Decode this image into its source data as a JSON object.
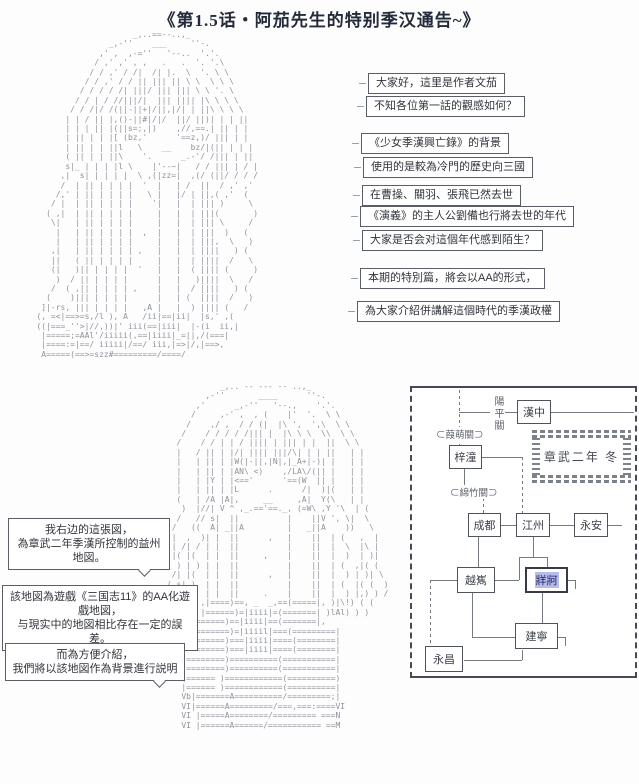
{
  "page": {
    "title": "《第1.5话・阿茄先生的特别季汉通告~》"
  },
  "colors": {
    "ink": "#232a3a",
    "aa_gray": "#8d929b",
    "highlight_bg": "#b7bde8",
    "highlight_text": "#20246e"
  },
  "right_bubbles": [
    "大家好，這里是作者文茄",
    "不知各位第一話的觀感如何？",
    "《少女季漢興亡錄》的背景",
    "使用的是較為冷門的歷史向三國",
    "在曹操、關羽、張飛已然去世",
    "《演義》的主人公劉備也行將去世的年代",
    "大家是否会对這個年代感到陌生？",
    "本期的特別篇，將会以AA的形式，",
    "為大家介紹併講解這個時代的季漢政權"
  ],
  "left_bubbles": [
    [
      "我右边的這張図，",
      "為章武二年季漢所控制的益州地図。"
    ],
    [
      "該地図為遊戲《三国志11》的AA化遊戲地図，",
      "与現实中的地図相比存在一定的誤差。"
    ],
    [
      "而為方便介紹，",
      "我們將以該地図作為背景進行説明"
    ]
  ],
  "map": {
    "era_label": "章武二年 冬",
    "passes": {
      "yangping": "陽平關",
      "jiameng": "⊂葭萌關⊃",
      "mianzhu": "⊂綿竹關⊃"
    },
    "cities": {
      "hanzhong": "漢中",
      "zitong": "梓潼",
      "chengdu": "成都",
      "jiangzhou": "江州",
      "yongan": "永安",
      "yuexi": "越嶲",
      "zangke": "牂牁",
      "jianning": "建寧",
      "yongchang": "永昌"
    }
  },
  "ascii_art": {
    "figure_top": [
      "                       _,..==--..,_",
      "                  _,-''    ___     ''-.",
      "                ,' ,  ,-=''   '--..  '.'.",
      "               / ,' ,' , ,   .   .  '. '.\\",
      "              / / ,' / /|  /| |.  \\  '. \\ \\",
      "             / / ,' / / || ||| || \\ \\  \\ \\ \\",
      "            / / / / /| |||/ ||| ||| \\ \\ '. \\",
      "           / / | / //|||/|  ||| |||| |\\ \\ \\ \\",
      "          / / /|/ /(||-||+|/||,|/| | ||\\ \\ \\ \\",
      "         | | / || |,()-||#|/|/  ||/ ||)| | | ||",
      "         | | | || |(||s=;,|)    ,//,==.| || | |",
      "         | || | | |[ (bz,'      '==z,)/ ||| | |",
      "         | || | | ||l   \\    __    bz/|(|| | | |",
      "         ( || | | ||\\    '.      _.-'/ /||| | ||",
      "         s|_ | | | |l \\    |'--~|   / / ||| | / |",
      "        ,|  s| | | | |  \\ ,(|zz=|  ,(/ (||/ / / /",
      "        /  | || | | | |  '  |   | /  ||  / ,' ,'",
      "       /,' | || | | | |   \\ |   |/ | ||,( ,'  (",
      "      / |  | || | | | |    '|   |  | ||| )     \\",
      "     ( ,|  | || | | | |     |   |  | |||(       )",
      "      \\|   | || | | | |     |   |  | ||| \\     /",
      "       |   | || | | | |  ,  |   |  | |||  )   (",
      "       |   | || | | | |     |   |  | |||,  \\   )",
      "      ,|   | || | | | | ,   |   |  | ||||   ) (",
      "      ||   ( || | | | |     |   |  | ||||  /   \\",
      "      (|   )|| | | | |  '   |   |  ( |||| (     )",
      "       )  / || | | | |      |   |   )||||  \\   /",
      "      /  ( ,|| | | | | ,    |   |  / ||||   ) (",
      "     (    )||| | | | |      |   | (  ||||  /   )",
      "    ]|-rs, ||| | | | |   ,A |   |  ) |||| (   /",
      "   (, =<|==>=s,/l ), A   /ii|==|ii|  |s,' ,(",
      "   ((|===_''>|//,))|' iii(==|iii|  |-(i  ii,|",
      "    |=====;=AAl'/iiiii(,==|iiii|_=||,/(===|",
      "    |====:=|==/ iiiii|/==/ iii,|=>|/,|==>,",
      "    A=====(==>=szz#=========/====/"
    ],
    "figure_bottom": [
      "                 _,.. -- --- -- ..,_",
      "              ,-''       ____      ''-.",
      "            ,'      _,-''   '--.,    '.'.",
      "           /     ,-' ,  , (    |'  '.  \\ \\",
      "          /    ,/ ,  / / (|  |\\ ',  ',\\  \\ \\",
      "         /    / / / / /||| |  |\\ \\ \\  \\\\  \\ \\",
      "        /    / / | | / |||| | ||| | |  ||  \\ \\",
      "        |   / || | |/| |||| |||/\\| | | ||   | |",
      "        |   | || | |W(|-||,|N|,|_A+|-)| |   | |",
      "        |   | || | |AN\\ <)    ,/LA\\/(|| |   | |",
      "        |   | |Y | |<=='      '==(W  || |   | |",
      "        |   | || | |L      .      /|  )|(   | |",
      "        (   | /A |A|,     __     ,A|  Y(\\   | |",
      "         )  |//| V ^ ,_.=='==._, (=W\\ ,Y '\\  | (",
      "        /   // s|  ||          |    ||V ', \\|  \\",
      "       /   ((  A| _||A         |   _||A    ))   \\",
      "       |  ,  )| |  ||      ,   |    ||  | (   ,  |",
      "       | /| / | |  ||          |    ||  |  \\  |\\ |",
      "       |( |(  | |  ||     ,    |    ||  |  )  | )|",
      "        ) | ) | |  ||          |    ||  | (  ,|( (",
      "       /| |(  | |  ||      ,   |    ||  |  ) | )| \\",
      "      ( s| )  | |  ||          |    ||  | (  |( (  )",
      "       \\A|(   | |  ||     .    |    ||  |  ) |,) ) /",
      "      (!/|/( ,|====)==, _  _,==(=====|, )|\\!) ( (",
      "       (lAl( |======)=|iiii|=(=======| )lAl) ) )",
      "         ,|=======)==|iiii|==(=======|,",
      "         |=========)=|iiiil|===(=========|",
      "         |========)===|iiii|====(========|",
      "         |========)===|iiii|====(========|",
      "         |========)==========(===========|",
      "         |========)==========(===========|",
      "         (====== )============(==========)",
      "         |====== )============(==========|",
      "         Vb|=======A==========/=========;|",
      "         VI|======A=========/===,===:====VI",
      "         VI |=====A========/========= ===N",
      "         VI |======A======/=========== ==M"
    ]
  }
}
